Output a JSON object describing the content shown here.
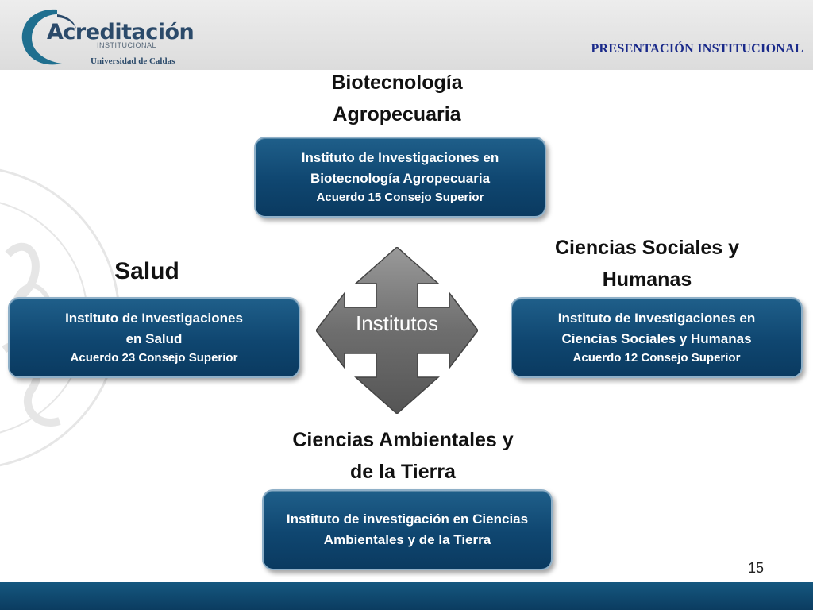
{
  "header": {
    "logo": {
      "name": "Acreditación",
      "subtitle": "INSTITUCIONAL",
      "university": "Universidad de Caldas",
      "icon": "circular-swoosh-logo"
    },
    "title": "PRESENTACIÓN INSTITUCIONAL"
  },
  "watermark": {
    "icon": "university-seal-watermark"
  },
  "center": {
    "label": "Institutos",
    "icon": "four-way-arrow"
  },
  "areas": {
    "top": {
      "title_line1": "Biotecnología",
      "title_line2": "Agropecuaria",
      "box_line1": "Instituto de Investigaciones en",
      "box_line2": "Biotecnología Agropecuaria",
      "box_line3": "Acuerdo 15 Consejo Superior"
    },
    "left": {
      "title": "Salud",
      "box_line1": "Instituto de Investigaciones",
      "box_line2": "en Salud",
      "box_line3": "Acuerdo 23 Consejo Superior"
    },
    "right": {
      "title_line1": "Ciencias Sociales y",
      "title_line2": "Humanas",
      "box_line1": "Instituto de Investigaciones en",
      "box_line2": "Ciencias Sociales y Humanas",
      "box_line3": "Acuerdo 12 Consejo Superior"
    },
    "bottom": {
      "title_line1": "Ciencias Ambientales y",
      "title_line2": "de la Tierra",
      "box_line1": "Instituto de investigación en Ciencias",
      "box_line2": "Ambientales y de la Tierra"
    }
  },
  "footer": {
    "page_number": "15"
  },
  "colors": {
    "box_fill": "#0f4670",
    "box_border": "#8fb0c8",
    "header_title": "#1a2a8a",
    "footer_bar": "#0b3c60",
    "arrow_fill": "#7a7a7a"
  }
}
